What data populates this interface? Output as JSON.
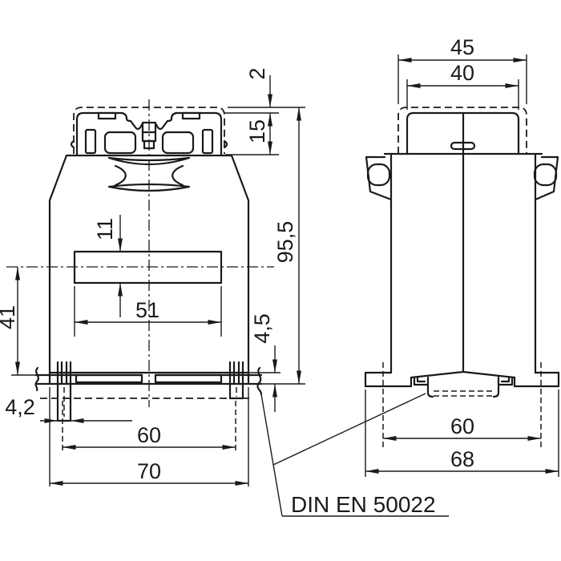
{
  "drawing": {
    "front_view": {
      "dims": {
        "rail_overhang": "2",
        "terminal_height": "15",
        "overall_height": "95,5",
        "window_height": "11",
        "window_width": "51",
        "center_to_base": "41",
        "base_thickness": "4,5",
        "foot_width": "4,2",
        "feet_spacing": "60",
        "body_width": "70"
      }
    },
    "side_view": {
      "dims": {
        "head_outer_width": "45",
        "head_width": "40",
        "rail_width": "60",
        "base_width": "68"
      }
    },
    "rail_standard_label": "DIN EN 50022"
  }
}
